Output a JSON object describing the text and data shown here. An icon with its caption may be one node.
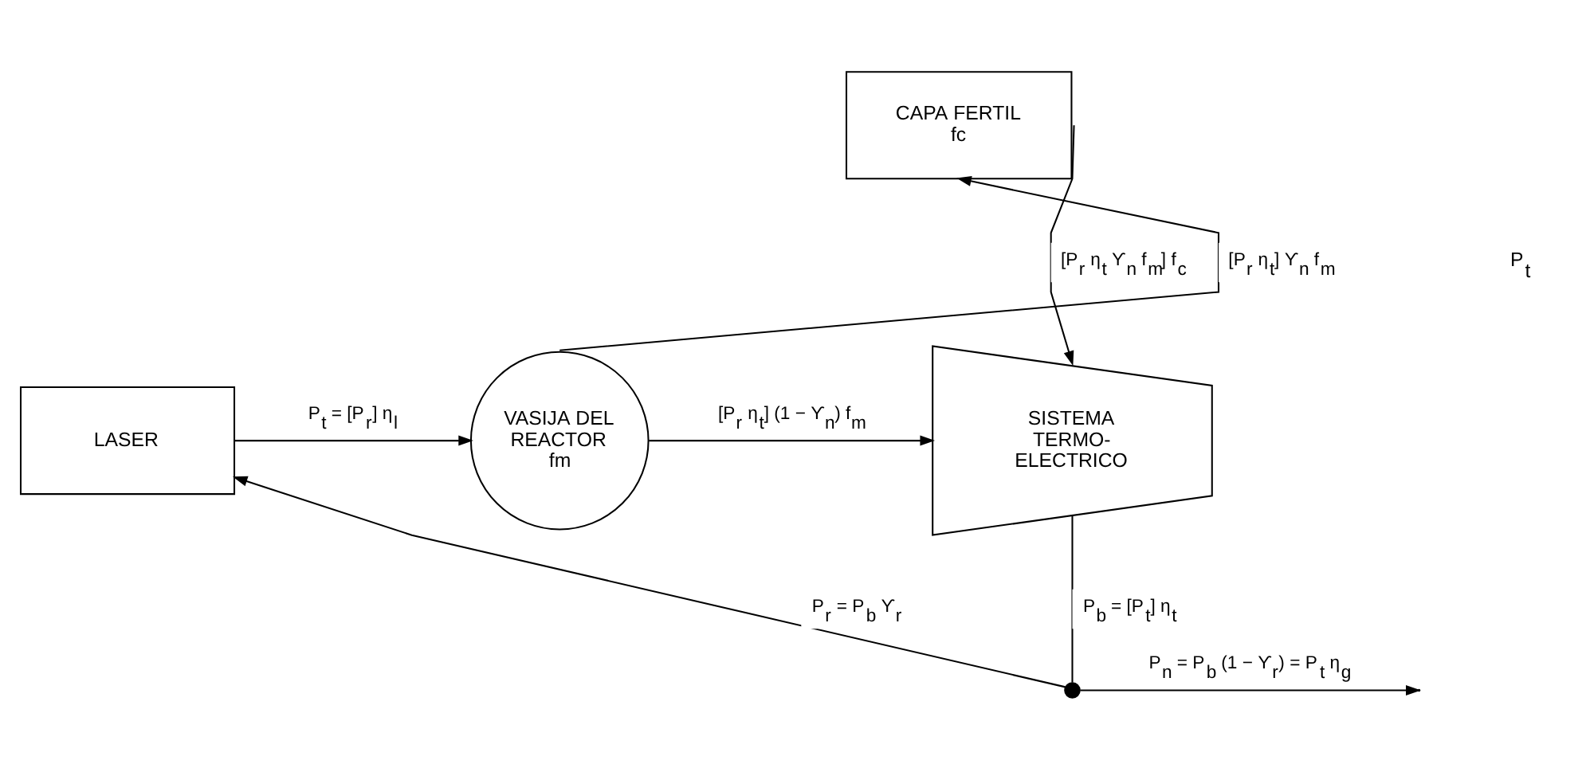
{
  "diagram": {
    "nodes": [
      {
        "text": [
          "LASER"
        ]
      },
      {
        "text": [
          "CAPA FERTIL",
          "fc"
        ]
      },
      {
        "text": [
          "VASIJA DEL REACTOR",
          "fm"
        ]
      },
      {
        "text": [
          "SISTEMA TERMO- ELECTRICO"
        ]
      },
      {
        "text": [],
        "shape": "circle"
      }
    ],
    "edges": [
      {
        "from": 0,
        "to": 2,
        "arrow": "to",
        "label": "P$_{t}$ = [P$_{r}$] η$_{l}$"
      },
      {
        "from": 2,
        "to": 1,
        "arrow": "to",
        "label": "[P$_{r}$ η$_{t}$] ϒ$_{n}$ f$_{m}$"
      },
      {
        "from": 2,
        "to": 3,
        "arrow": "to",
        "label": "[P$_{r}$ η$_{t}$] (1 − ϒ$_{n}$) f$_{m}$"
      },
      {
        "from": 1,
        "to": 3,
        "arrow": "to",
        "label": "[P$_{r}$ η$_{t}$ ϒ$_{n}$ f$_{m}$] f$_{c}$"
      },
      {
        "from": 3,
        "to": 4,
        "arrow": "none",
        "label": "P$_{b}$ = [P$_{t}$] η$_{t}$"
      },
      {
        "from": 4,
        "to": 0,
        "arrow": "to",
        "label": "P$_{r}$ = P$_{b}$ ϒ$_{r}$"
      },
      {
        "from": 4,
        "to": null,
        "arrow": "to",
        "label": "P$_{n}$ = P$_{b}$ (1 − ϒ$_{r}$) = P$_{t}$ η$_{g}$"
      }
    ],
    "labels": [
      "P$_{t}$"
    ]
  }
}
